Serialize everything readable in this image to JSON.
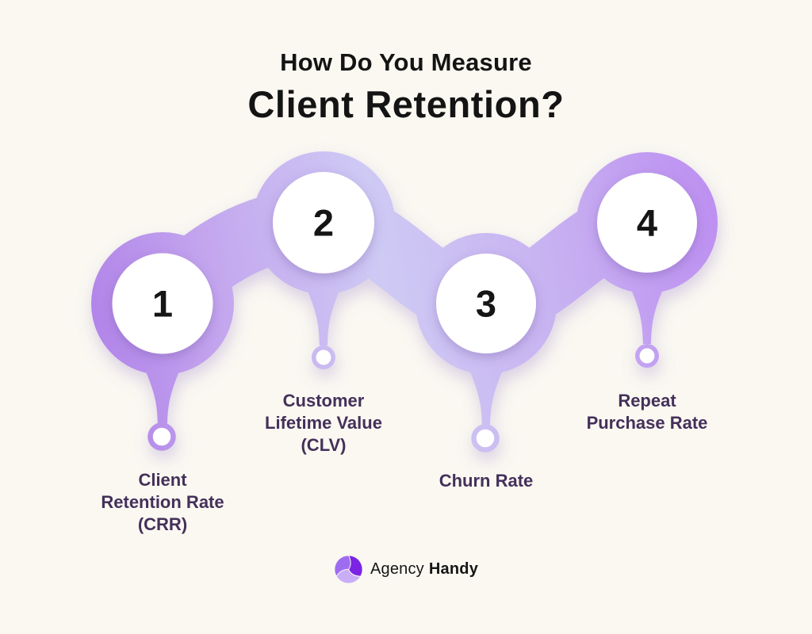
{
  "title": {
    "line1": "How Do You Measure",
    "line2": "Client Retention?"
  },
  "steps": [
    {
      "number": "1",
      "label": "Client\nRetention Rate\n(CRR)"
    },
    {
      "number": "2",
      "label": "Customer\nLifetime Value\n(CLV)"
    },
    {
      "number": "3",
      "label": "Churn Rate"
    },
    {
      "number": "4",
      "label": "Repeat\nPurchase Rate"
    }
  ],
  "footer": {
    "brand_regular": "Agency",
    "brand_bold": "Handy"
  },
  "colors": {
    "background": "#faf8f1",
    "title_text": "#141414",
    "step_number_text": "#151515",
    "label_text": "#44305a",
    "blob_gradient_left": "#b183e9",
    "blob_gradient_mid": "#cecaf4",
    "blob_gradient_right": "#bd90f1",
    "node_fill": "#ffffff",
    "logo_dark_purple": "#7c24e4",
    "logo_medium_purple": "#9e6cf0",
    "logo_light_purple": "#c9adf7"
  }
}
